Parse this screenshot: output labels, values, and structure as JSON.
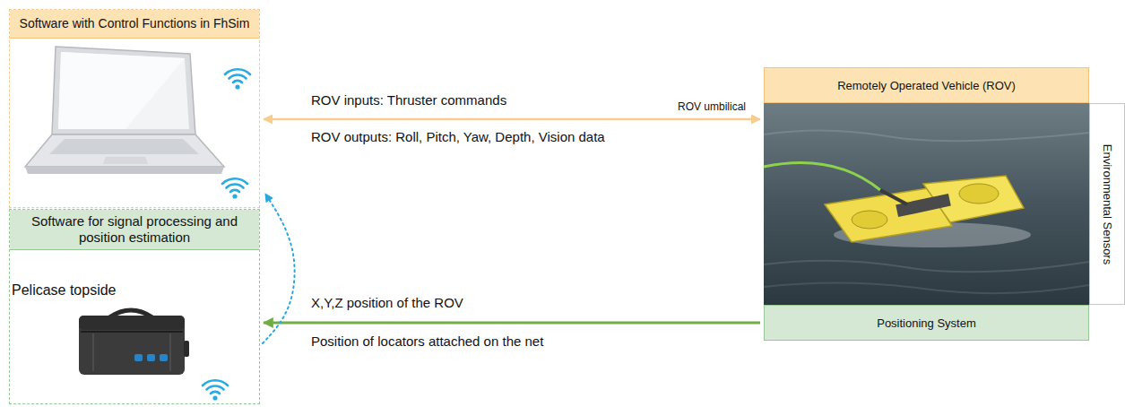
{
  "diagram": {
    "nodes": [
      {
        "text": [
          "Software with Control Functions in FhSim"
        ]
      },
      {
        "text": [
          "Software for signal processing and position estimation",
          "Pelicase topside"
        ]
      },
      {
        "text": [
          "Remotely Operated Vehicle (ROV)"
        ]
      },
      {
        "text": [
          "Positioning System"
        ],
        "in": 2
      },
      {
        "text": [
          "Environmental Sensors"
        ]
      }
    ],
    "edges": [
      {
        "from": 0,
        "to": 2,
        "arrow": "both",
        "label": "ROV umbilical"
      },
      {
        "from": 3,
        "to": 1,
        "arrow": "to"
      },
      {
        "from": 1,
        "to": 0,
        "arrow": "to"
      }
    ],
    "labels": [
      "ROV inputs: Thruster commands",
      "ROV outputs: Roll, Pitch, Yaw, Depth, Vision data",
      "X,Y,Z position of the ROV",
      "Position of locators attached on the net"
    ]
  }
}
